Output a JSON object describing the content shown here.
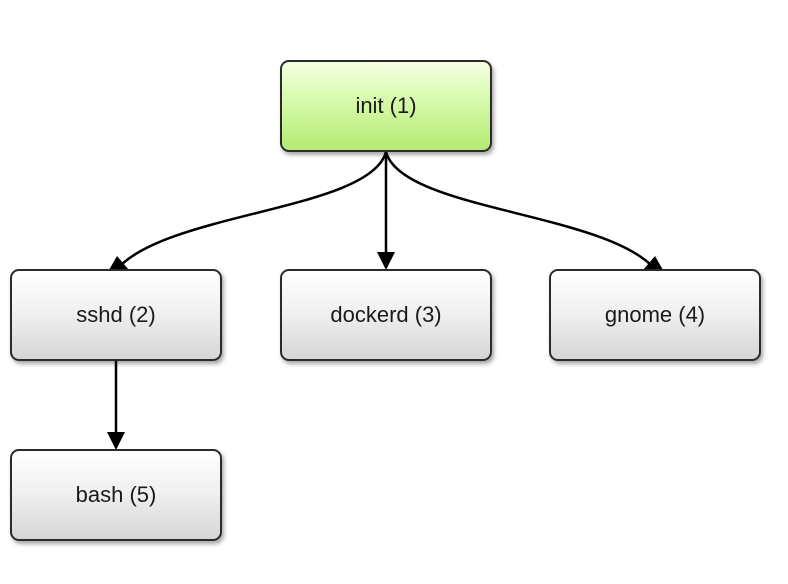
{
  "nodes": {
    "init": {
      "label": "init (1)",
      "pid": 1,
      "color": "#c6f38e"
    },
    "sshd": {
      "label": "sshd (2)",
      "pid": 2
    },
    "dockerd": {
      "label": "dockerd (3)",
      "pid": 3
    },
    "gnome": {
      "label": "gnome (4)",
      "pid": 4
    },
    "bash": {
      "label": "bash (5)",
      "pid": 5
    }
  },
  "edges": [
    {
      "from": "init",
      "to": "sshd"
    },
    {
      "from": "init",
      "to": "dockerd"
    },
    {
      "from": "init",
      "to": "gnome"
    },
    {
      "from": "sshd",
      "to": "bash"
    }
  ]
}
